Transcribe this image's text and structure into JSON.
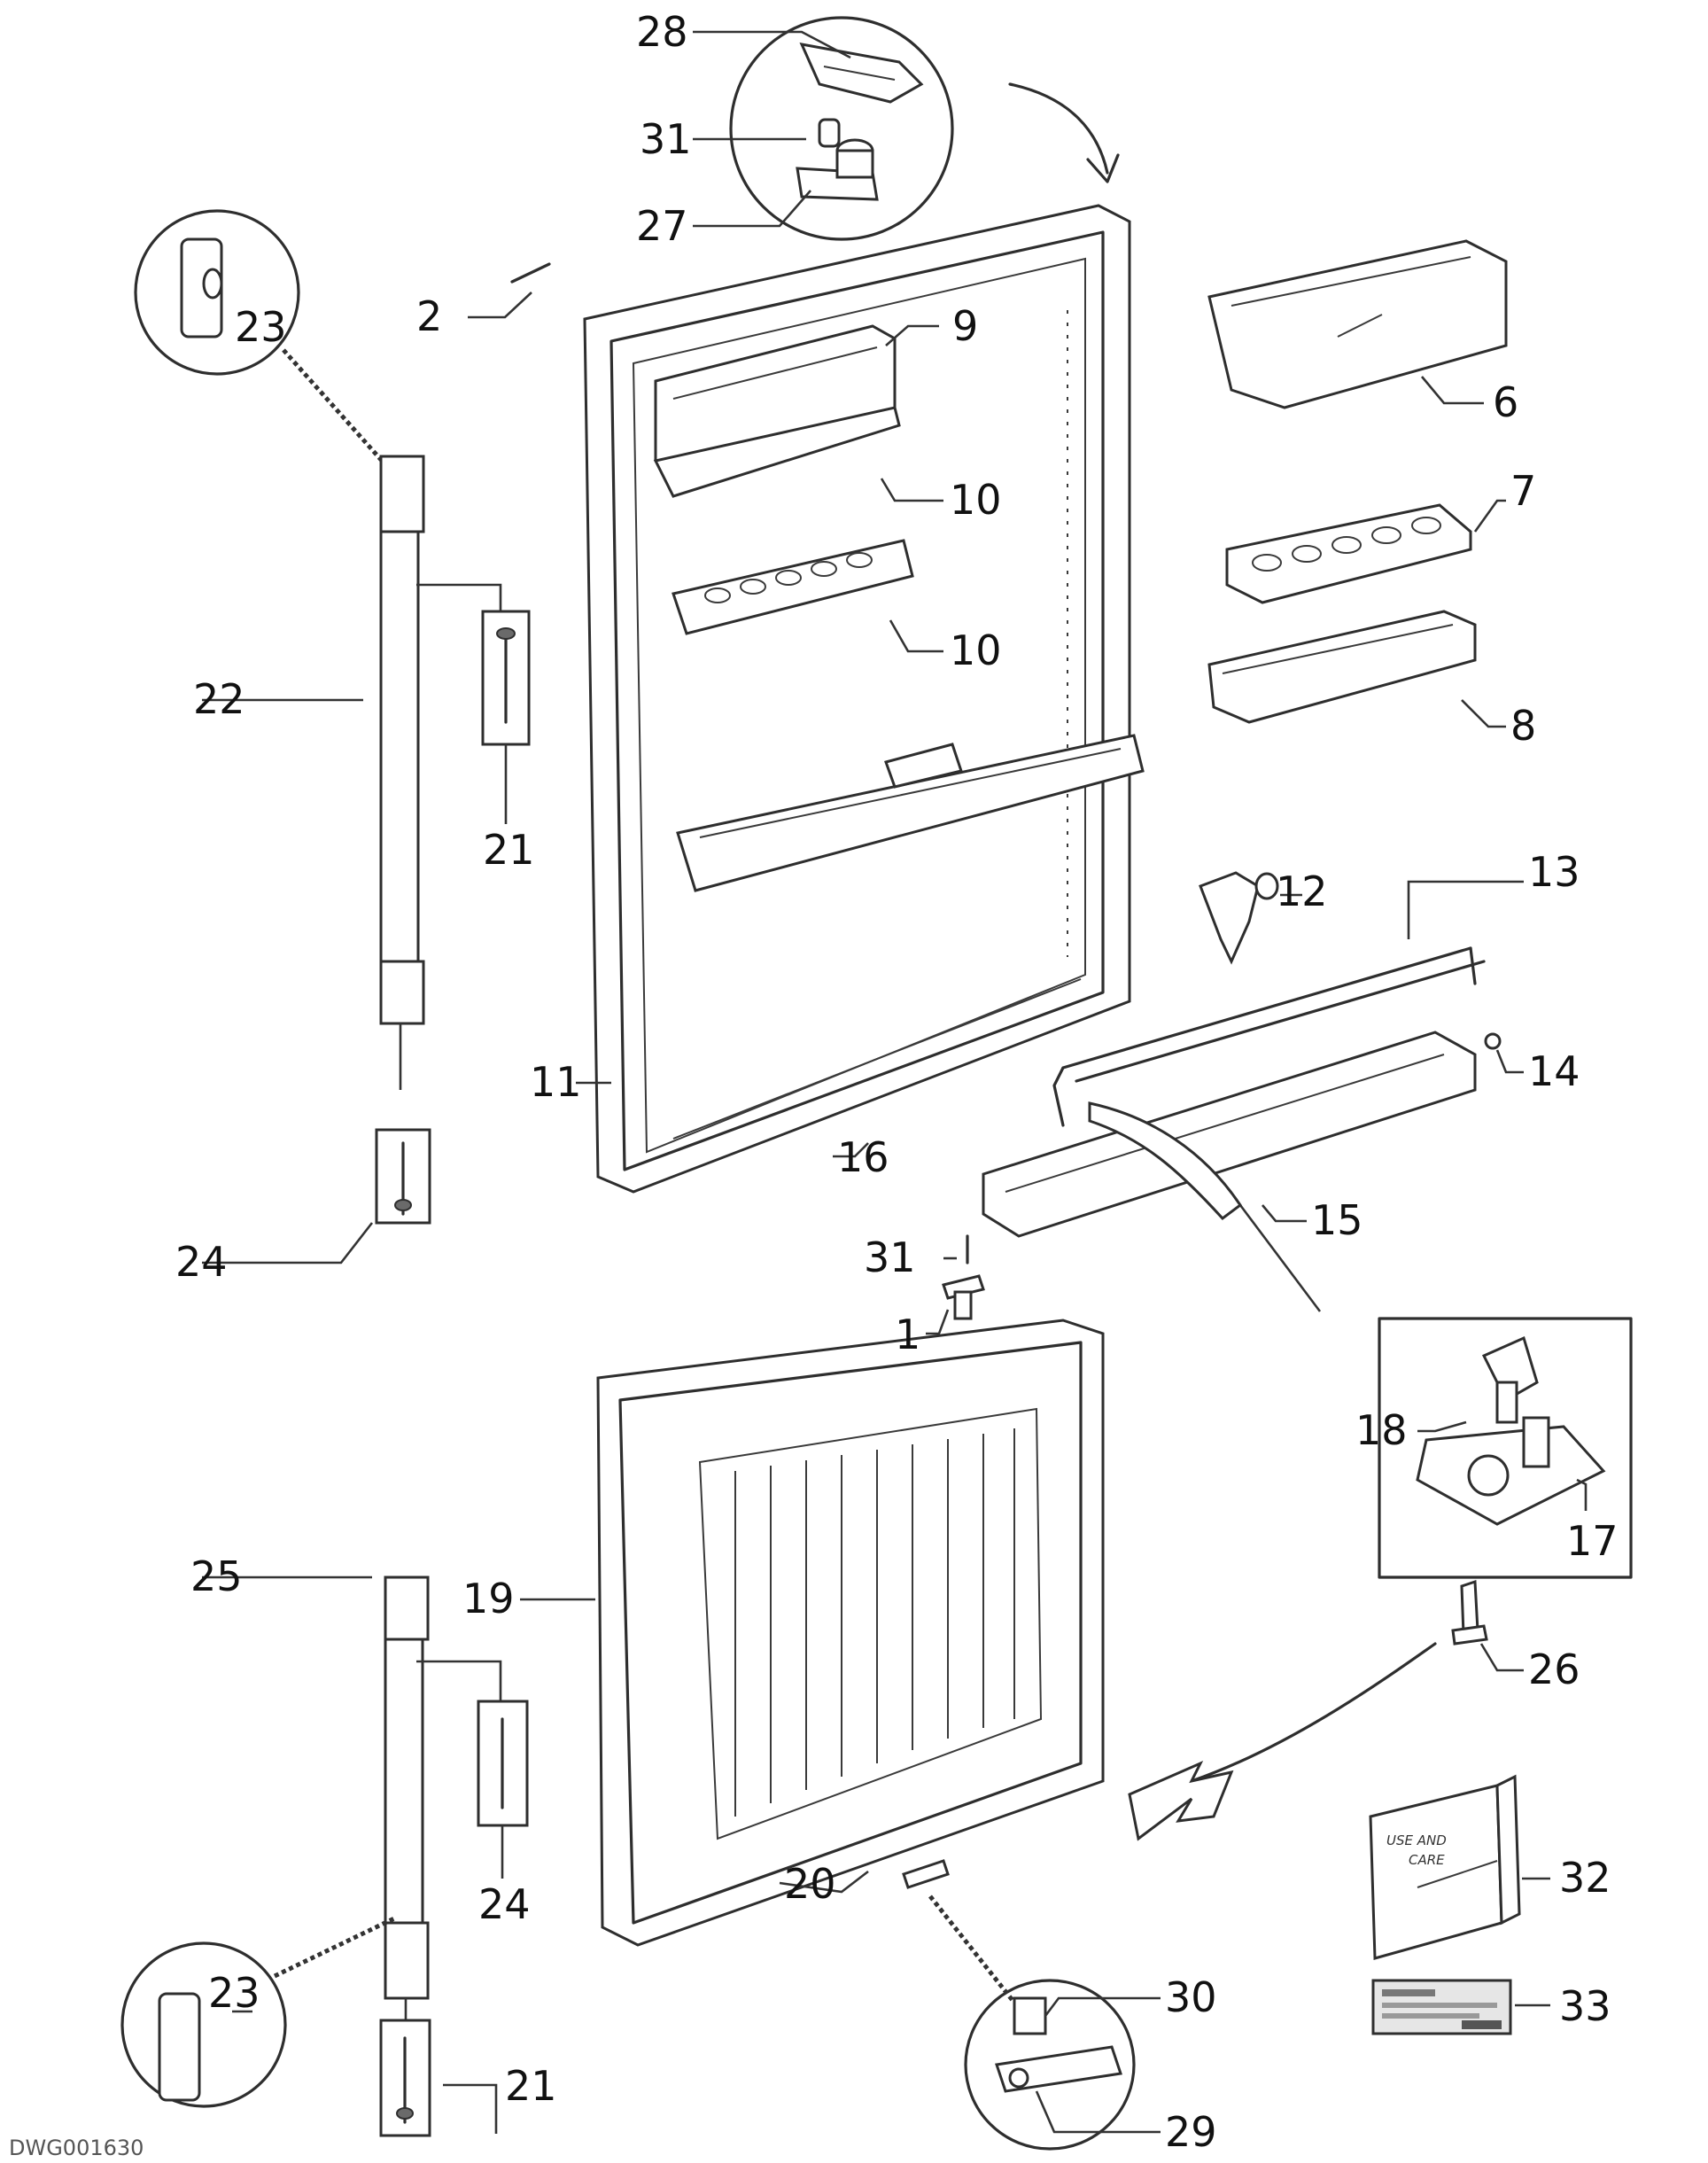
{
  "callouts": {
    "c1": "1",
    "c2": "2",
    "c6": "6",
    "c7": "7",
    "c8": "8",
    "c9": "9",
    "c10a": "10",
    "c10b": "10",
    "c11": "11",
    "c12": "12",
    "c13": "13",
    "c14": "14",
    "c15": "15",
    "c16": "16",
    "c17": "17",
    "c18": "18",
    "c19": "19",
    "c20": "20",
    "c21a": "21",
    "c21b": "21",
    "c22": "22",
    "c23a": "23",
    "c23b": "23",
    "c24a": "24",
    "c24b": "24",
    "c25": "25",
    "c26": "26",
    "c27": "27",
    "c28": "28",
    "c29": "29",
    "c30": "30",
    "c31a": "31",
    "c31b": "31",
    "c32": "32",
    "c33": "33"
  },
  "manual_text_1": "USE AND",
  "manual_text_2": "CARE",
  "drawing_id": "DWG001630"
}
